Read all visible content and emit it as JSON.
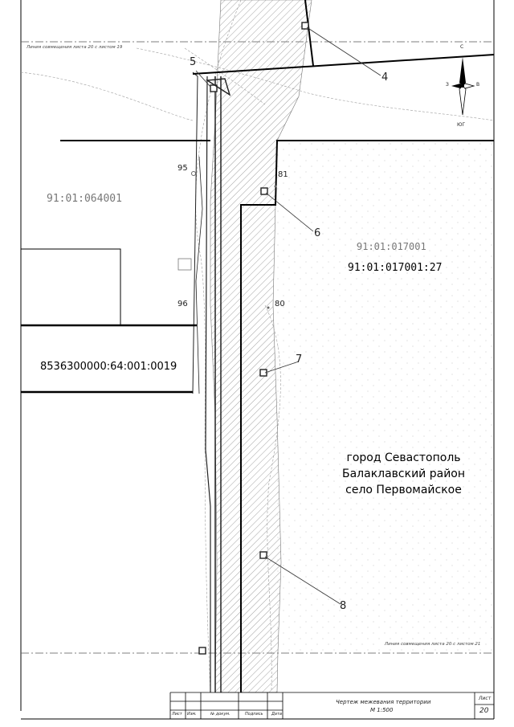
{
  "match_lines": {
    "top": "Линия совмещения листа 20 с листом 19",
    "bottom": "Линия совмещения листа 20 с листом 21"
  },
  "compass": {
    "north": "С",
    "south": "ЮГ",
    "west": "З",
    "east": "В"
  },
  "cadastral": {
    "left_quarter": "91:01:064001",
    "right_quarter": "91:01:017001",
    "right_parcel": "91:01:017001:27",
    "left_parcel": "8536300000:64:001:0019"
  },
  "points": {
    "p95": "95",
    "p96": "96",
    "p80": "80",
    "p81": "81"
  },
  "callouts": {
    "c4": "4",
    "c5": "5",
    "c6": "6",
    "c7": "7",
    "c8": "8"
  },
  "location": {
    "line1": "город Севастополь",
    "line2": "Балаклавский район",
    "line3": "село Первомайское"
  },
  "title_block": {
    "title": "Чертеж межевания территории",
    "scale": "М 1:500",
    "sheet_label": "Лист",
    "sheet_number": "20",
    "col_sheet": "Лист",
    "col_change": "Изм.",
    "col_doc": "№ докум.",
    "col_sign": "Подпись",
    "col_date": "Дата"
  }
}
